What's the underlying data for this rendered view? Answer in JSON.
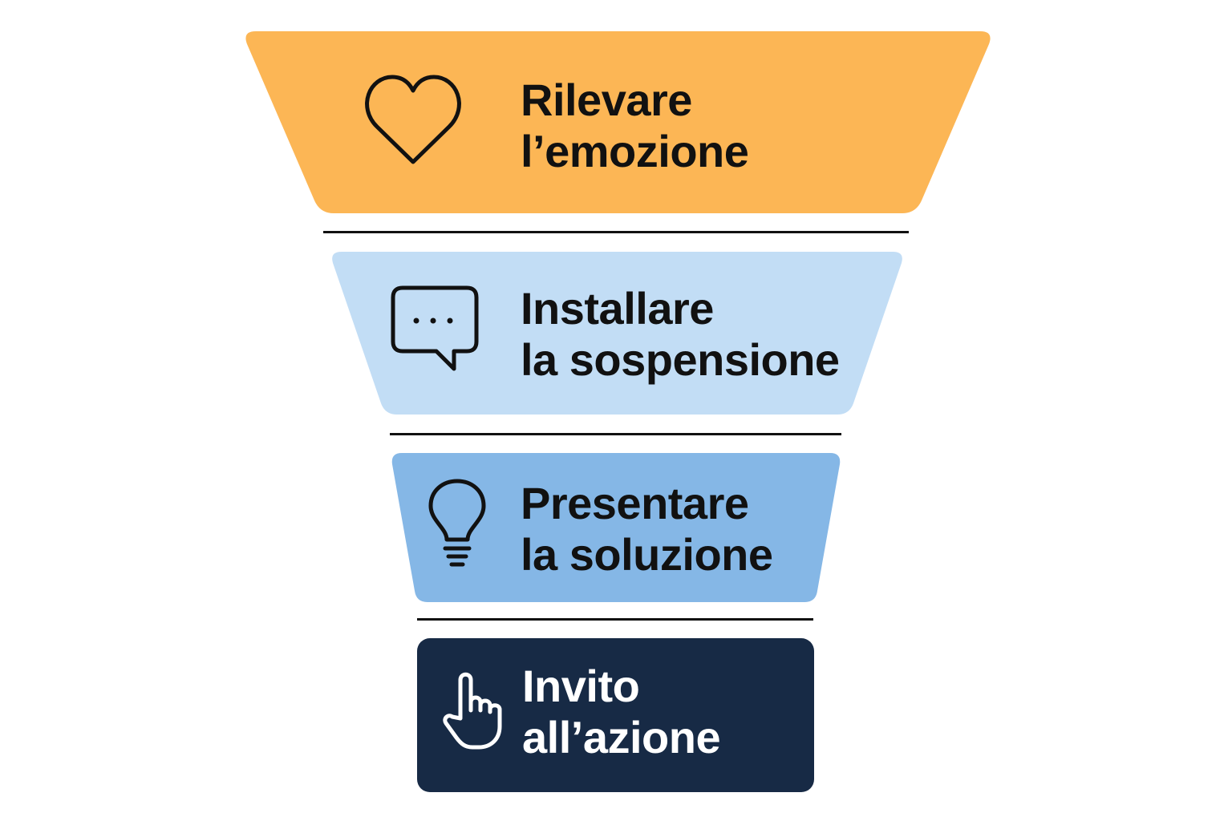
{
  "colors": {
    "stage_1": "#FCB655",
    "stage_2": "#C2DDF5",
    "stage_3": "#85B7E6",
    "stage_4": "#172A45",
    "text_dark": "#111111",
    "text_light": "#FFFFFF",
    "divider": "#111111"
  },
  "stages": [
    {
      "icon": "heart-icon",
      "line1": "Rilevare",
      "line2": "l’emozione"
    },
    {
      "icon": "speech-bubble-icon",
      "line1": "Installare",
      "line2": "la sospensione"
    },
    {
      "icon": "lightbulb-icon",
      "line1": "Presentare",
      "line2": "la soluzione"
    },
    {
      "icon": "pointing-hand-icon",
      "line1": "Invito",
      "line2": "all’azione"
    }
  ]
}
